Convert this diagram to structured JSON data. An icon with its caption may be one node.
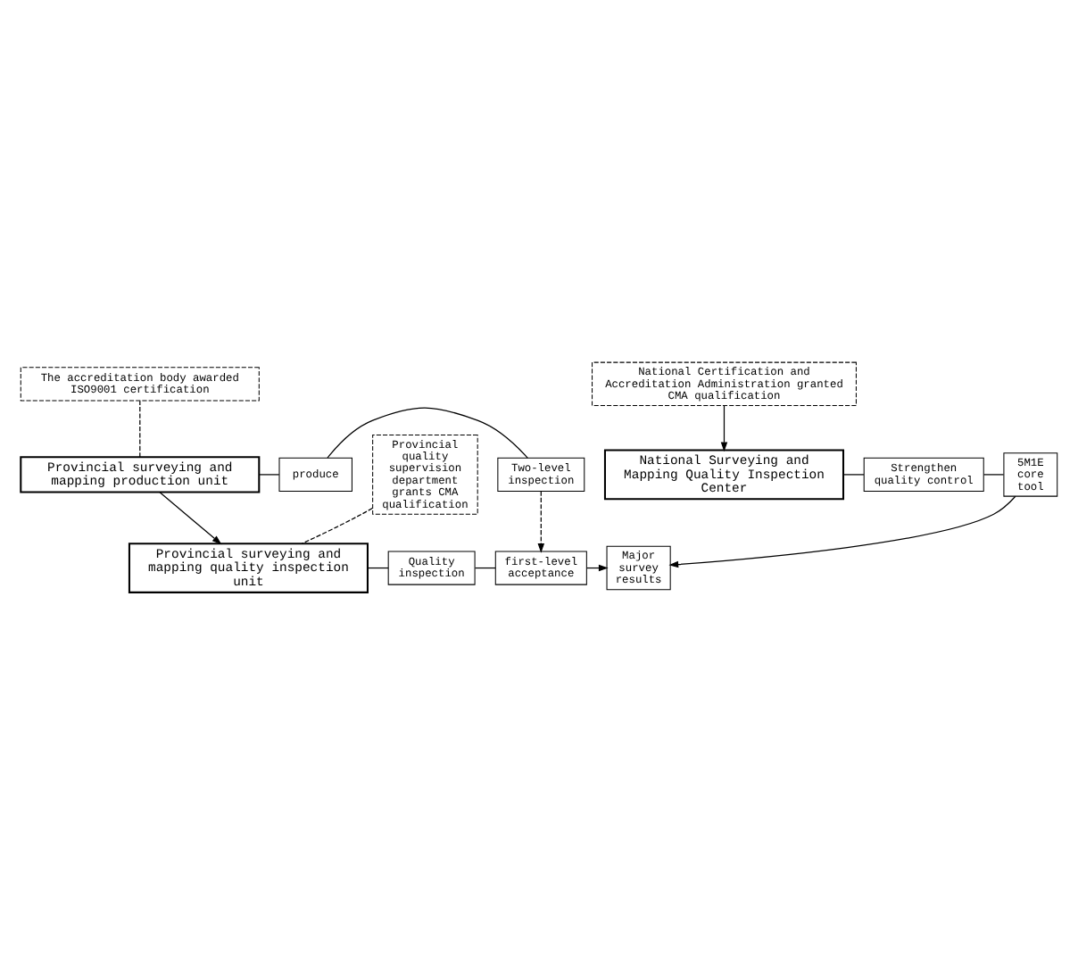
{
  "diagram": {
    "nodes": [
      {
        "text": [
          "The accreditation body awarded ISO9001 certification"
        ]
      },
      {
        "text": [
          "Provincial surveying and mapping production unit"
        ]
      },
      {
        "text": [
          "produce"
        ]
      },
      {
        "text": [
          "Two-level inspection"
        ]
      },
      {
        "text": [
          "Provincial quality supervision department grants CMA qualification"
        ]
      },
      {
        "text": [
          "Provincial surveying and mapping quality inspection unit"
        ]
      },
      {
        "text": [
          "Quality inspection"
        ]
      },
      {
        "text": [
          "first-level acceptance"
        ]
      },
      {
        "text": [
          "Major survey results"
        ]
      },
      {
        "text": [
          "National Certification and Accreditation Administration granted CMA qualification"
        ]
      },
      {
        "text": [
          "National Surveying and Mapping Quality Inspection Center"
        ]
      },
      {
        "text": [
          "Strengthen quality control"
        ]
      },
      {
        "text": [
          "5M1E core tool"
        ]
      }
    ],
    "edges": [
      {
        "from": 0,
        "to": 1,
        "arrow": "none",
        "style": "dashed"
      },
      {
        "from": 1,
        "to": 2,
        "arrow": "none"
      },
      {
        "from": 2,
        "to": 3,
        "arrow": "none"
      },
      {
        "from": 3,
        "to": 7,
        "arrow": "to",
        "style": "dashed"
      },
      {
        "from": 1,
        "to": 5,
        "arrow": "to"
      },
      {
        "from": 4,
        "to": 5,
        "arrow": "none",
        "style": "dashed"
      },
      {
        "from": 5,
        "to": 6,
        "arrow": "none"
      },
      {
        "from": 6,
        "to": 7,
        "arrow": "none"
      },
      {
        "from": 7,
        "to": 8,
        "arrow": "to"
      },
      {
        "from": 9,
        "to": 10,
        "arrow": "to"
      },
      {
        "from": 10,
        "to": 11,
        "arrow": "none"
      },
      {
        "from": 11,
        "to": 12,
        "arrow": "none"
      },
      {
        "from": 12,
        "to": 8,
        "arrow": "to"
      }
    ]
  }
}
